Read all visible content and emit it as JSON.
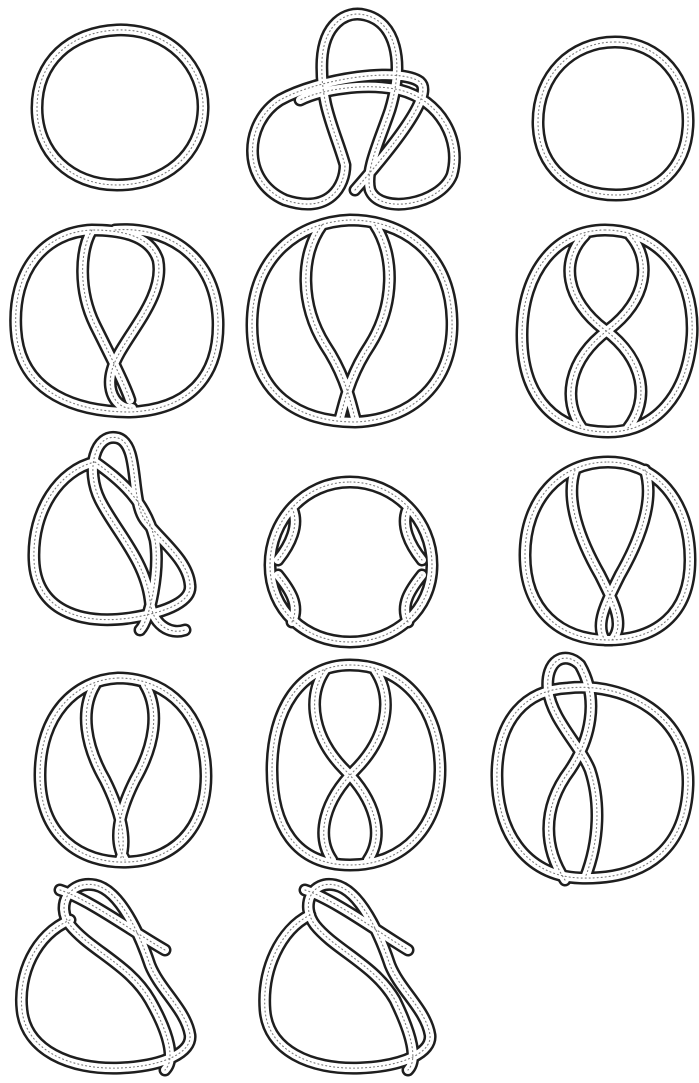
{
  "figure": {
    "kind": "hand-drawn knot table",
    "rope_color": "#1e1e1e",
    "paper_color": "#ffffff",
    "knots": [
      {
        "id": "k1"
      },
      {
        "id": "k2"
      },
      {
        "id": "k3"
      },
      {
        "id": "k4"
      },
      {
        "id": "k5"
      },
      {
        "id": "k6"
      },
      {
        "id": "k7"
      },
      {
        "id": "k8"
      },
      {
        "id": "k9"
      },
      {
        "id": "k10"
      },
      {
        "id": "k11"
      },
      {
        "id": "k12"
      },
      {
        "id": "k13"
      },
      {
        "id": "k14"
      }
    ]
  }
}
